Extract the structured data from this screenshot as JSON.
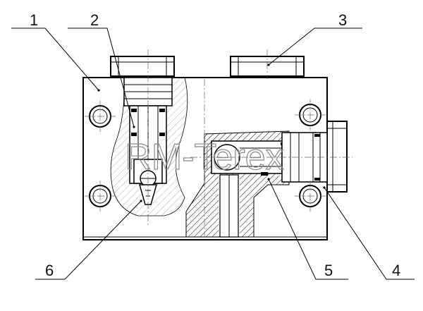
{
  "callouts": [
    {
      "id": "1",
      "label": "1"
    },
    {
      "id": "2",
      "label": "2"
    },
    {
      "id": "3",
      "label": "3"
    },
    {
      "id": "4",
      "label": "4"
    },
    {
      "id": "5",
      "label": "5"
    },
    {
      "id": "6",
      "label": "6"
    }
  ],
  "watermark": "RM-Terex"
}
